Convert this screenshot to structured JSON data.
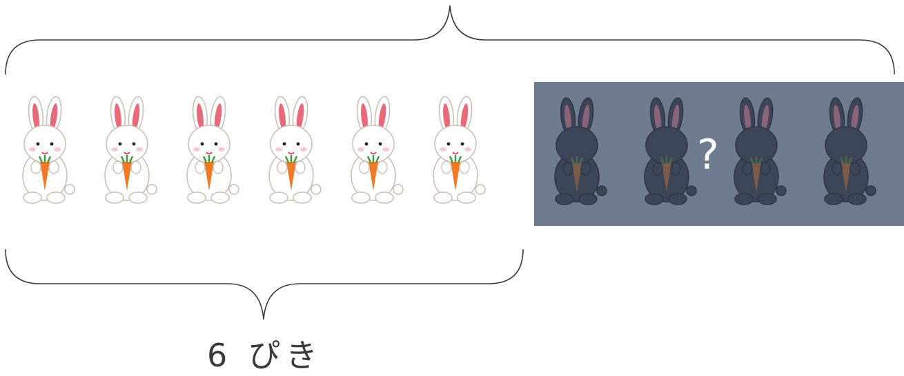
{
  "visible_rabbits": 6,
  "hidden_rabbits": 4,
  "count_label": "6 ぴき",
  "unknown_label": "?",
  "colors": {
    "bracket": "#3a3a3a",
    "hidden_panel": "#6f7b8f",
    "rabbit_white": "#ffffff",
    "rabbit_dark": "#3d4658",
    "ear_pink": "#e8697a",
    "carrot": "#f07a26"
  },
  "icons": {
    "visible": "white-rabbit-with-carrot-icon",
    "hidden": "dark-rabbit-silhouette-icon"
  }
}
